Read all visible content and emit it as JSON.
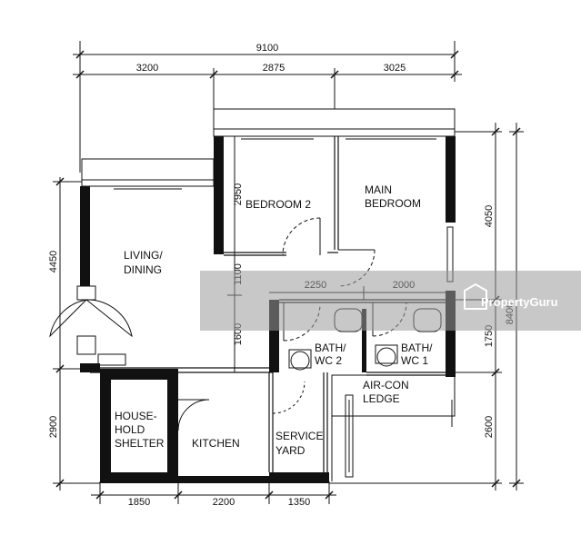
{
  "dimensions": {
    "top_total": "9100",
    "top_segments": [
      "3200",
      "2875",
      "3025"
    ],
    "bottom_segments": [
      "1850",
      "2200",
      "1350"
    ],
    "left_upper": "4450",
    "left_lower": "2900",
    "right_upper": "4050",
    "right_middle": "1750",
    "right_lower": "2600",
    "right_total": "8400",
    "bedroom2_height": "2950",
    "corridor_height": "1100",
    "bath_height": "1600",
    "bath2_width": "2250",
    "bath1_width": "2000"
  },
  "rooms": {
    "bedroom2": "BEDROOM 2",
    "main_bedroom_line1": "MAIN",
    "main_bedroom_line2": "BEDROOM",
    "living_line1": "LIVING/",
    "living_line2": "DINING",
    "bath2_line1": "BATH/",
    "bath2_line2": "WC 2",
    "bath1_line1": "BATH/",
    "bath1_line2": "WC 1",
    "aircon_line1": "AIR-CON",
    "aircon_line2": "LEDGE",
    "shelter_line1": "HOUSE-",
    "shelter_line2": "HOLD",
    "shelter_line3": "SHELTER",
    "kitchen": "KITCHEN",
    "service_line1": "SERVICE",
    "service_line2": "YARD"
  },
  "watermark": "PropertyGuru"
}
